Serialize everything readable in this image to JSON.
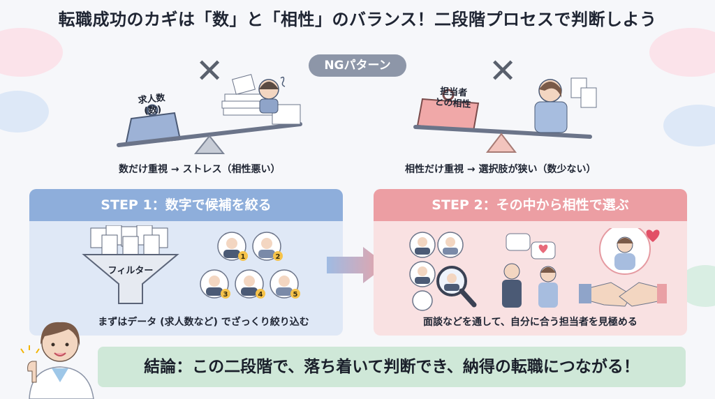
{
  "title": "転職成功のカギは「数」と「相性」のバランス！二段階プロセスで判断しよう",
  "ng_label": "NGパターン",
  "ng_left": {
    "weight_label": "求人数\n(数)",
    "caption": "数だけ重視 → ストレス（相性悪い）"
  },
  "ng_right": {
    "weight_label": "担当者\nとの相性",
    "caption": "相性だけ重視 → 選択肢が狭い（数少ない）"
  },
  "step1": {
    "title": "STEP 1：数字で候補を絞る",
    "funnel_label": "フィルター",
    "caption": "まずはデータ (求人数など) でざっくり絞り込む",
    "badges": [
      "1",
      "2",
      "3",
      "4",
      "5"
    ]
  },
  "step2": {
    "title": "STEP 2：その中から相性で選ぶ",
    "caption": "面談などを通して、自分に合う担当者を見極める"
  },
  "conclusion": "結論：この二段階で、落ち着いて判断でき、納得の転職につながる！",
  "colors": {
    "step1_head": "#8eaedb",
    "step1_body": "#dfe8f6",
    "step2_head": "#ec9ea3",
    "step2_body": "#f9e1e2",
    "conclusion_bg": "#cfe8d8",
    "ng_pill": "#8d96a8"
  }
}
